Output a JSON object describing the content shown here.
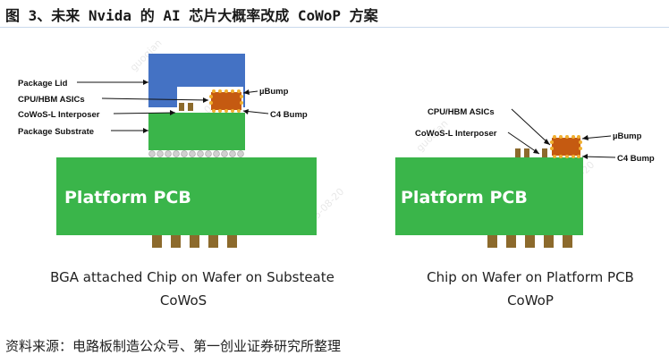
{
  "figure_title": "图 3、未来 Nvida 的 AI 芯片大概率改成 CoWoP 方案",
  "left_diagram": {
    "labels": {
      "package_lid": "Package Lid",
      "cpu_hbm": "CPU/HBM ASICs",
      "interposer": "CoWoS-L Interposer",
      "substrate": "Package Substrate",
      "ubump": "µBump",
      "c4bump": "C4 Bump",
      "pcb": "Platform PCB"
    },
    "caption_line1": "BGA  attached Chip on  Wafer  on Substeate",
    "caption_line2": "CoWoS"
  },
  "right_diagram": {
    "labels": {
      "cpu_hbm": "CPU/HBM ASICs",
      "interposer": "CoWoS-L Interposer",
      "ubump": "µBump",
      "c4bump": "C4 Bump",
      "pcb": "Platform PCB"
    },
    "caption_line1": "Chip on  Wafer  on Platform PCB",
    "caption_line2": "CoWoP"
  },
  "colors": {
    "pcb_green": "#3ab54a",
    "lid_blue": "#4472c4",
    "chip_orange": "#c55a11",
    "leg_brown": "#8c6a2c"
  },
  "source": "资料来源：电路板制造公众号、第一创业证券研究所整理",
  "watermarks": [
    "2025-08-20",
    "guoqian",
    "2025-08-20",
    "guoqian",
    "2025-08-20"
  ]
}
